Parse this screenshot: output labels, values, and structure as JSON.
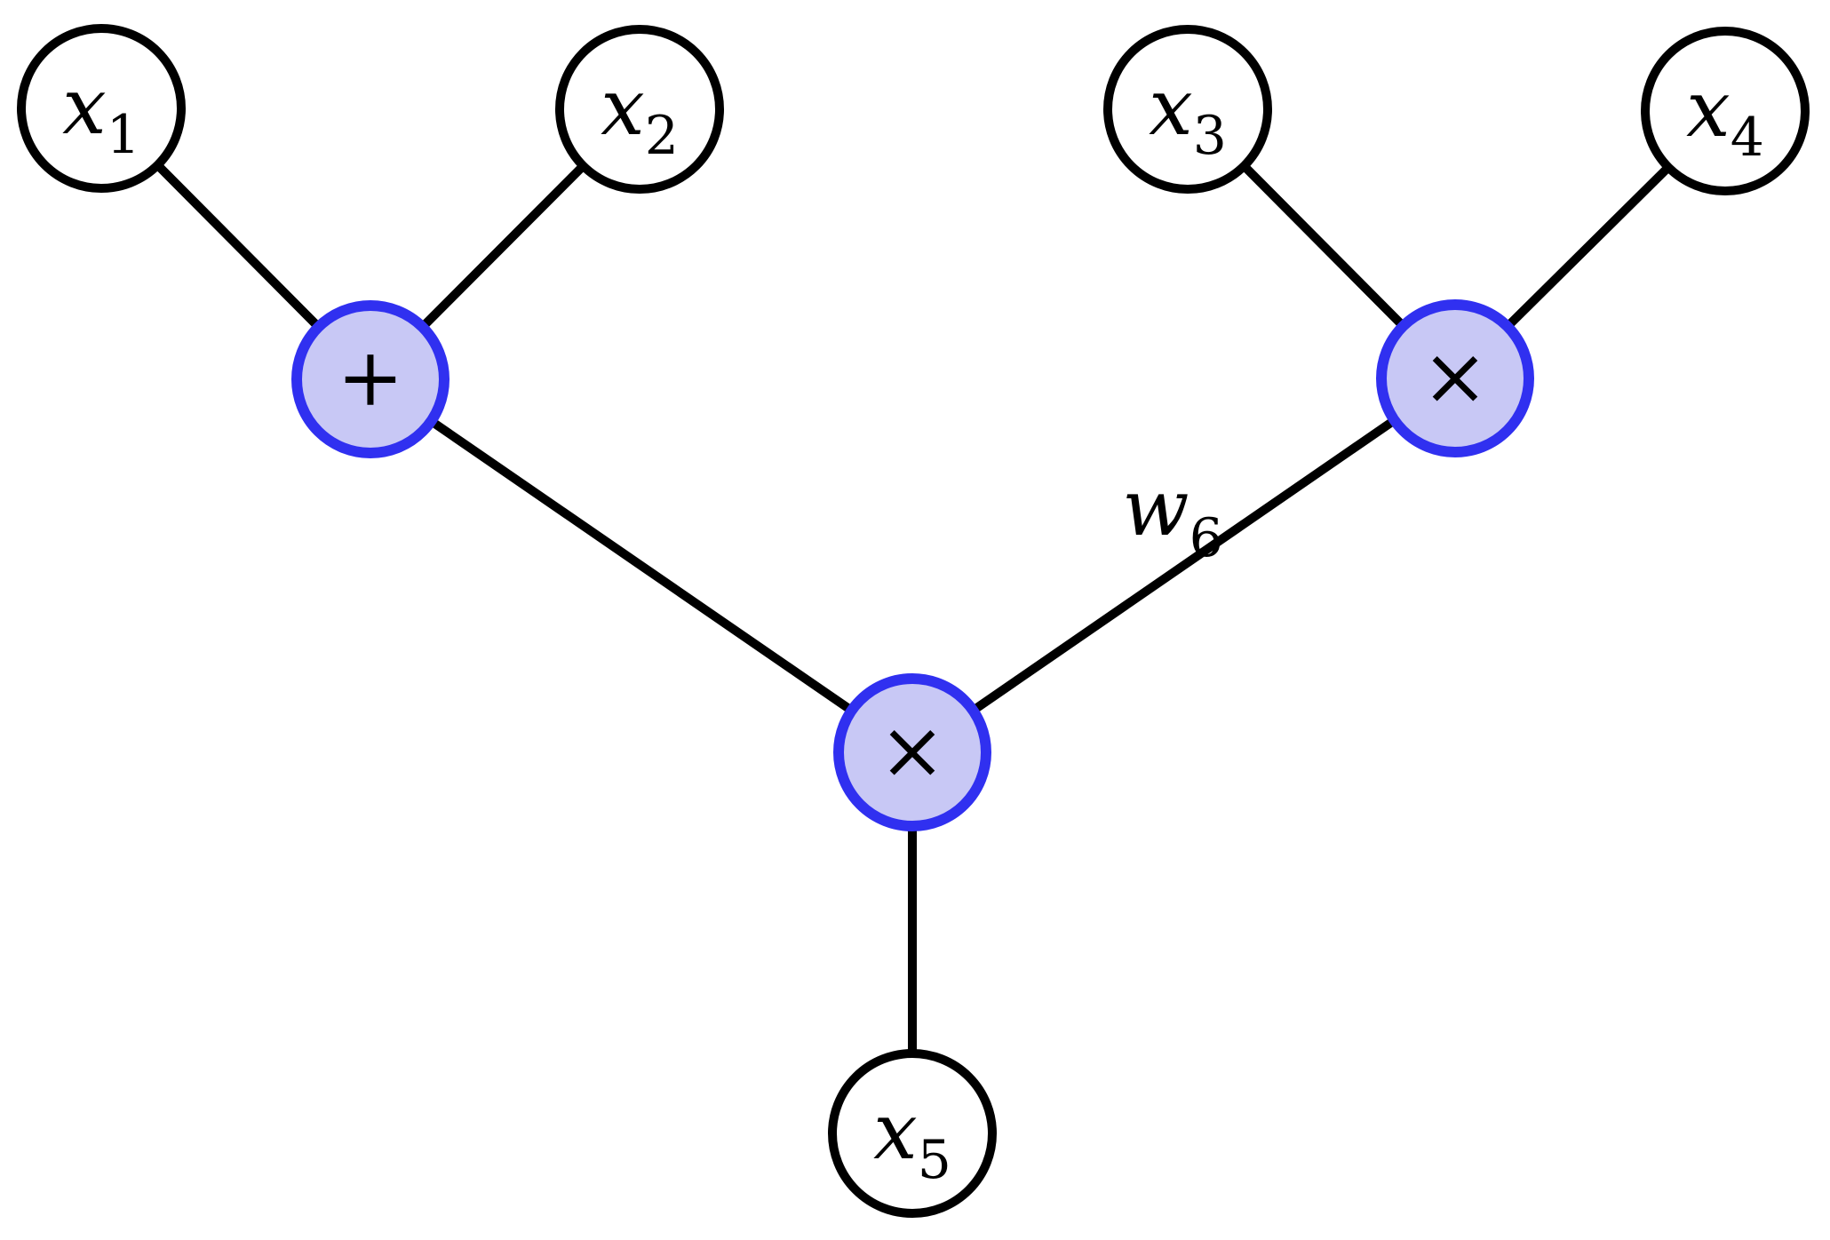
{
  "diagram": {
    "description": "Expression tree / sum-product network with five leaf variable nodes, one sum node, two product nodes and one weighted edge label",
    "nodes": {
      "x1": {
        "kind": "variable",
        "label": "x1",
        "base": "x",
        "sub": "1"
      },
      "x2": {
        "kind": "variable",
        "label": "x2",
        "base": "x",
        "sub": "2"
      },
      "x3": {
        "kind": "variable",
        "label": "x3",
        "base": "x",
        "sub": "3"
      },
      "x4": {
        "kind": "variable",
        "label": "x4",
        "base": "x",
        "sub": "4"
      },
      "x5": {
        "kind": "variable",
        "label": "x5",
        "base": "x",
        "sub": "5"
      },
      "sum": {
        "kind": "operator",
        "symbol": "+"
      },
      "prod_right": {
        "kind": "operator",
        "symbol": "×"
      },
      "prod_center": {
        "kind": "operator",
        "symbol": "×"
      }
    },
    "edges": [
      {
        "from": "x1",
        "to": "sum"
      },
      {
        "from": "x2",
        "to": "sum"
      },
      {
        "from": "x3",
        "to": "prod_right"
      },
      {
        "from": "x4",
        "to": "prod_right"
      },
      {
        "from": "sum",
        "to": "prod_center"
      },
      {
        "from": "prod_right",
        "to": "prod_center",
        "label": "w6"
      },
      {
        "from": "prod_center",
        "to": "x5"
      }
    ],
    "edge_label": {
      "base": "w",
      "sub": "6"
    },
    "colors": {
      "variable_fill": "#ffffff",
      "variable_border": "#000000",
      "operator_fill": "#c8c8f5",
      "operator_border": "#3030f0",
      "edge": "#000000",
      "text": "#000000"
    }
  }
}
